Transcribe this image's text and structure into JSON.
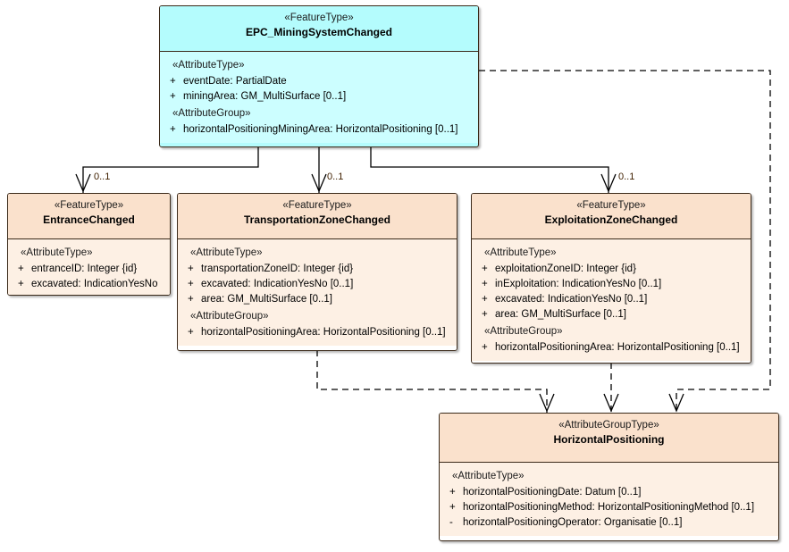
{
  "diagram": {
    "title": "EPC MiningSystemChanged UML class diagram",
    "colors": {
      "feature_fill": "#b4fcfd",
      "feature_body": "#ccfeff",
      "peach_header": "#fae1cc",
      "peach_body": "#fdf0e4",
      "line": "#000000",
      "border": "#3b2a1a"
    }
  },
  "classes": {
    "epc": {
      "stereotype": "«FeatureType»",
      "name": "EPC_MiningSystemChanged",
      "groups": [
        {
          "label": "«AttributeType»",
          "attributes": [
            {
              "visibility": "+",
              "signature": "eventDate: PartialDate"
            },
            {
              "visibility": "+",
              "signature": "miningArea: GM_MultiSurface [0..1]"
            }
          ]
        },
        {
          "label": "«AttributeGroup»",
          "attributes": [
            {
              "visibility": "+",
              "signature": "horizontalPositioningMiningArea: HorizontalPositioning [0..1]"
            }
          ]
        }
      ]
    },
    "entrance": {
      "stereotype": "«FeatureType»",
      "name": "EntranceChanged",
      "groups": [
        {
          "label": "«AttributeType»",
          "attributes": [
            {
              "visibility": "+",
              "signature": "entranceID: Integer {id}"
            },
            {
              "visibility": "+",
              "signature": "excavated: IndicationYesNo"
            }
          ]
        }
      ]
    },
    "transportation": {
      "stereotype": "«FeatureType»",
      "name": "TransportationZoneChanged",
      "groups": [
        {
          "label": "«AttributeType»",
          "attributes": [
            {
              "visibility": "+",
              "signature": "transportationZoneID: Integer {id}"
            },
            {
              "visibility": "+",
              "signature": "excavated: IndicationYesNo [0..1]"
            },
            {
              "visibility": "+",
              "signature": "area: GM_MultiSurface [0..1]"
            }
          ]
        },
        {
          "label": "«AttributeGroup»",
          "attributes": [
            {
              "visibility": "+",
              "signature": "horizontalPositioningArea: HorizontalPositioning [0..1]"
            }
          ]
        }
      ]
    },
    "exploitation": {
      "stereotype": "«FeatureType»",
      "name": "ExploitationZoneChanged",
      "groups": [
        {
          "label": "«AttributeType»",
          "attributes": [
            {
              "visibility": "+",
              "signature": "exploitationZoneID: Integer {id}"
            },
            {
              "visibility": "+",
              "signature": "inExploitation: IndicationYesNo [0..1]"
            },
            {
              "visibility": "+",
              "signature": "excavated: IndicationYesNo [0..1]"
            },
            {
              "visibility": "+",
              "signature": "area: GM_MultiSurface [0..1]"
            }
          ]
        },
        {
          "label": "«AttributeGroup»",
          "attributes": [
            {
              "visibility": "+",
              "signature": "horizontalPositioningArea: HorizontalPositioning [0..1]"
            }
          ]
        }
      ]
    },
    "horizontalpositioning": {
      "stereotype": "«AttributeGroupType»",
      "name": "HorizontalPositioning",
      "groups": [
        {
          "label": "«AttributeType»",
          "attributes": [
            {
              "visibility": "+",
              "signature": "horizontalPositioningDate: Datum [0..1]"
            },
            {
              "visibility": "+",
              "signature": "horizontalPositioningMethod: HorizontalPositioningMethod [0..1]"
            },
            {
              "visibility": "-",
              "signature": "horizontalPositioningOperator: Organisatie [0..1]"
            }
          ]
        }
      ]
    }
  },
  "connectors": {
    "multiplicities": [
      {
        "id": "entrance",
        "label": "0..1"
      },
      {
        "id": "transportation",
        "label": "0..1"
      },
      {
        "id": "exploitation",
        "label": "0..1"
      }
    ]
  }
}
